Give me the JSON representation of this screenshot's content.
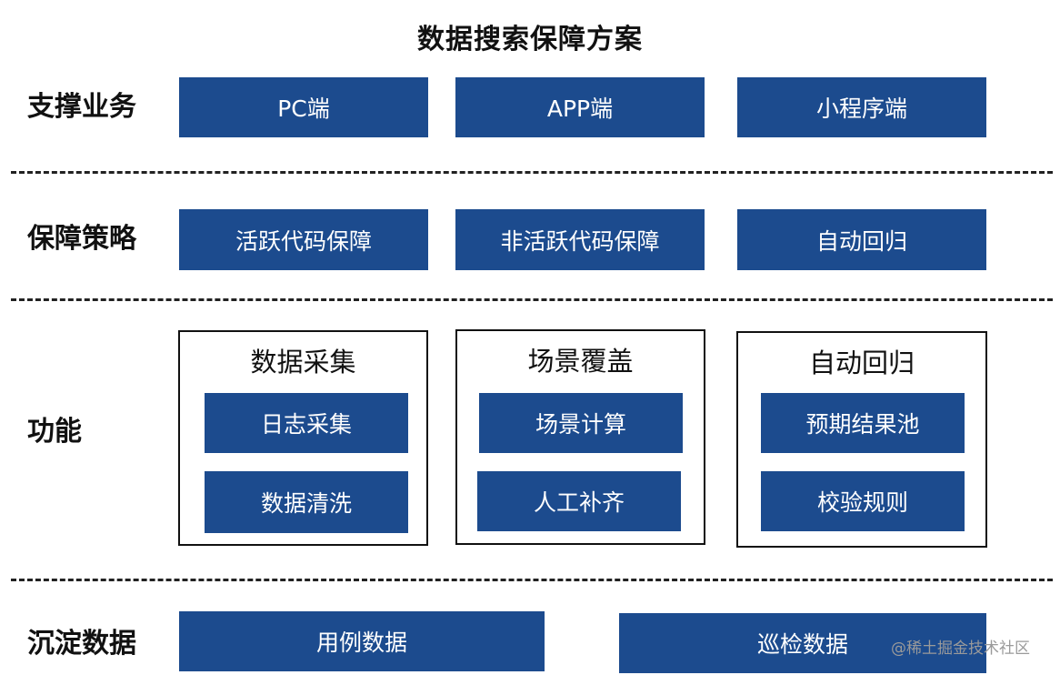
{
  "title": "数据搜索保障方案",
  "rows": {
    "business": {
      "label": "支撑业务",
      "items": [
        "PC端",
        "APP端",
        "小程序端"
      ]
    },
    "strategy": {
      "label": "保障策略",
      "items": [
        "活跃代码保障",
        "非活跃代码保障",
        "自动回归"
      ]
    },
    "functions": {
      "label": "功能",
      "groups": [
        {
          "title": "数据采集",
          "items": [
            "日志采集",
            "数据清洗"
          ]
        },
        {
          "title": "场景覆盖",
          "items": [
            "场景计算",
            "人工补齐"
          ]
        },
        {
          "title": "自动回归",
          "items": [
            "预期结果池",
            "校验规则"
          ]
        }
      ]
    },
    "data": {
      "label": "沉淀数据",
      "items": [
        "用例数据",
        "巡检数据"
      ]
    }
  },
  "watermark": "@稀土掘金技术社区",
  "colors": {
    "box": "#1c4b8e",
    "box_text": "#ffffff",
    "frame_border": "#111111"
  }
}
